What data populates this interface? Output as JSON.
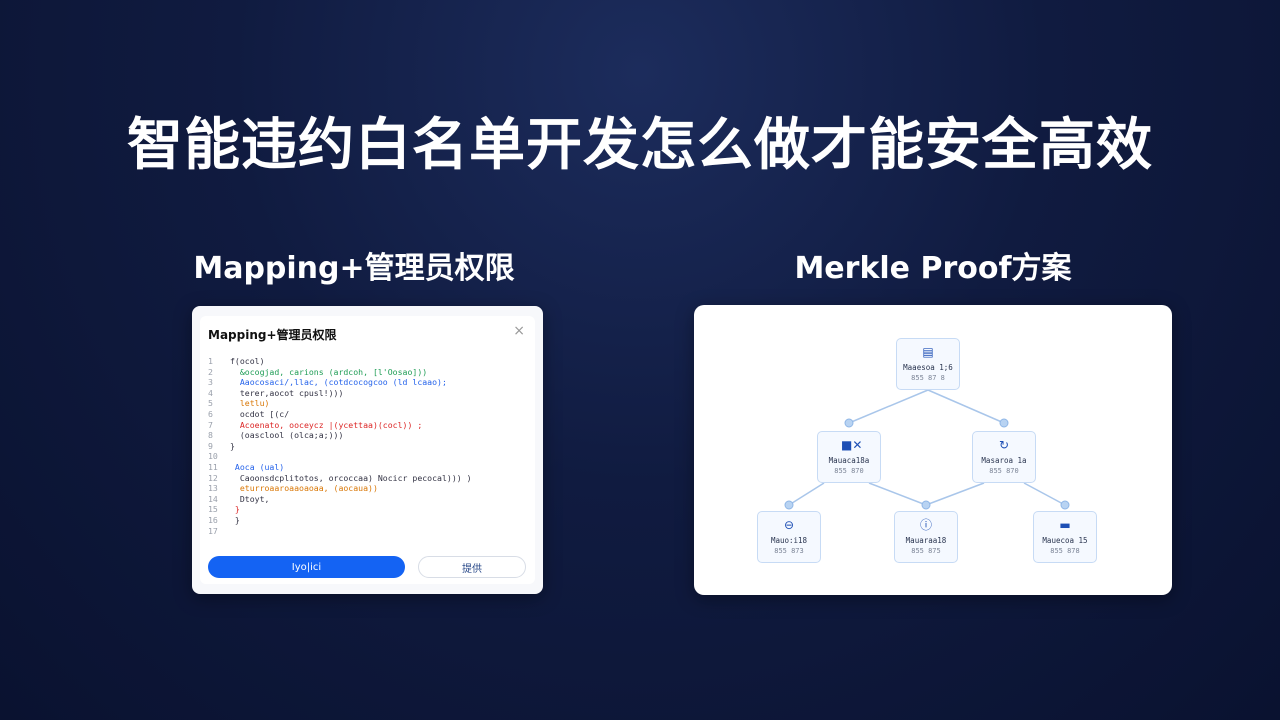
{
  "title": "智能违约白名单开发怎么做才能安全高效",
  "left_section": {
    "heading": "Mapping+管理员权限",
    "dialog": {
      "title": "Mapping+管理员权限",
      "close_glyph": "×",
      "code_lines": [
        {
          "num": "1",
          "text": "f(ocol)"
        },
        {
          "num": "2",
          "text": "  &ocogjad, carions (ardcoh, [l'Oosao]))"
        },
        {
          "num": "3",
          "text": "  Aaocosaci/,llac, (cotdcocogcoo (ld lcaao);"
        },
        {
          "num": "4",
          "text": "  terer,aocot cpusl!)))"
        },
        {
          "num": "5",
          "text": "  letlu)"
        },
        {
          "num": "6",
          "text": "  ocdot [(c/"
        },
        {
          "num": "7",
          "text": "  Acoenato, ooceycz |(ycettaa)(cocl)) ;"
        },
        {
          "num": "8",
          "text": "  (oasclool (olca;a;)))"
        },
        {
          "num": "9",
          "text": "}"
        },
        {
          "num": "10",
          "text": ""
        },
        {
          "num": "11",
          "text": " Aoca (ual)"
        },
        {
          "num": "12",
          "text": "  Caoonsdcplitotos, orcoccaa) Nocicr pecocal))) )"
        },
        {
          "num": "13",
          "text": "  eturroaaroaaoaoaa, (aocaua))"
        },
        {
          "num": "14",
          "text": "  Dtoyt,"
        },
        {
          "num": "15",
          "text": " }"
        },
        {
          "num": "16",
          "text": " }"
        },
        {
          "num": "17",
          "text": ""
        }
      ],
      "primary_button": "Iyo|ici",
      "secondary_button": "提供"
    }
  },
  "right_section": {
    "heading": "Merkle Proof方案",
    "nodes": [
      {
        "id": "root",
        "icon": "card-icon",
        "glyph": "▤",
        "label": "Maaesoa 1;6",
        "hash": "855 87 8"
      },
      {
        "id": "mid-left",
        "icon": "camera-icon",
        "glyph": "■✕",
        "label": "Mauaca18a",
        "hash": "855 870"
      },
      {
        "id": "mid-right",
        "icon": "refresh-icon",
        "glyph": "↻",
        "label": "Masaroa 1a",
        "hash": "855 870"
      },
      {
        "id": "leaf-1",
        "icon": "minus-circle-icon",
        "glyph": "⊖",
        "label": "Mauo:i18",
        "hash": "855 873"
      },
      {
        "id": "leaf-2",
        "icon": "info-icon",
        "glyph": "ⓘ",
        "label": "Mauaraa18",
        "hash": "855 875"
      },
      {
        "id": "leaf-3",
        "icon": "chat-icon",
        "glyph": "▬",
        "label": "Mauecoa 15",
        "hash": "855 878"
      }
    ]
  },
  "colors": {
    "primary_blue": "#1463f3",
    "node_border": "#c7dbf5",
    "connector": "#a9c6ea"
  }
}
